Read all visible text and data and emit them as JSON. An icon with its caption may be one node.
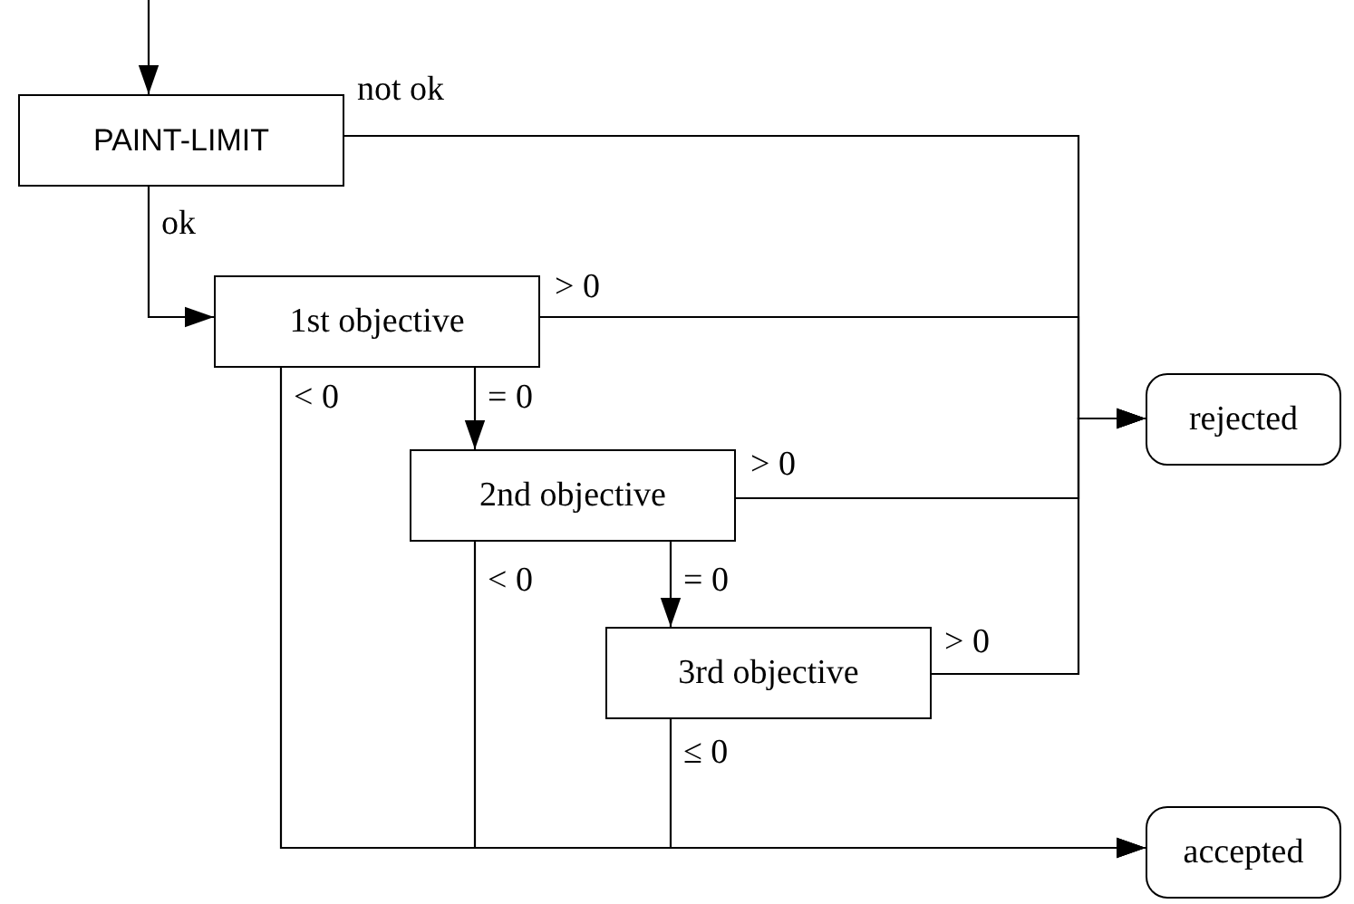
{
  "diagram": {
    "nodes": [
      {
        "text": [
          "PAINT-LIMIT"
        ]
      },
      {
        "text": [
          "1st objective"
        ]
      },
      {
        "text": [
          "2nd objective"
        ]
      },
      {
        "text": [
          "3rd objective"
        ]
      },
      {
        "text": [
          "rejected"
        ]
      },
      {
        "text": [
          "accepted"
        ]
      }
    ],
    "edges": [
      {
        "from": null,
        "to": 0,
        "arrow": "to"
      },
      {
        "from": 0,
        "to": 4,
        "arrow": "to",
        "label": "not ok"
      },
      {
        "from": 0,
        "to": 1,
        "arrow": "to",
        "label": "ok"
      },
      {
        "from": 1,
        "to": 4,
        "arrow": "to",
        "label": "> 0"
      },
      {
        "from": 1,
        "to": 2,
        "arrow": "to",
        "label": "= 0"
      },
      {
        "from": 1,
        "to": 5,
        "arrow": "to",
        "label": "< 0"
      },
      {
        "from": 2,
        "to": 4,
        "arrow": "to",
        "label": "> 0"
      },
      {
        "from": 2,
        "to": 3,
        "arrow": "to",
        "label": "= 0"
      },
      {
        "from": 2,
        "to": 5,
        "arrow": "to",
        "label": "< 0"
      },
      {
        "from": 3,
        "to": 4,
        "arrow": "to",
        "label": "> 0"
      },
      {
        "from": 3,
        "to": 5,
        "arrow": "to",
        "label": "≤ 0"
      }
    ]
  }
}
